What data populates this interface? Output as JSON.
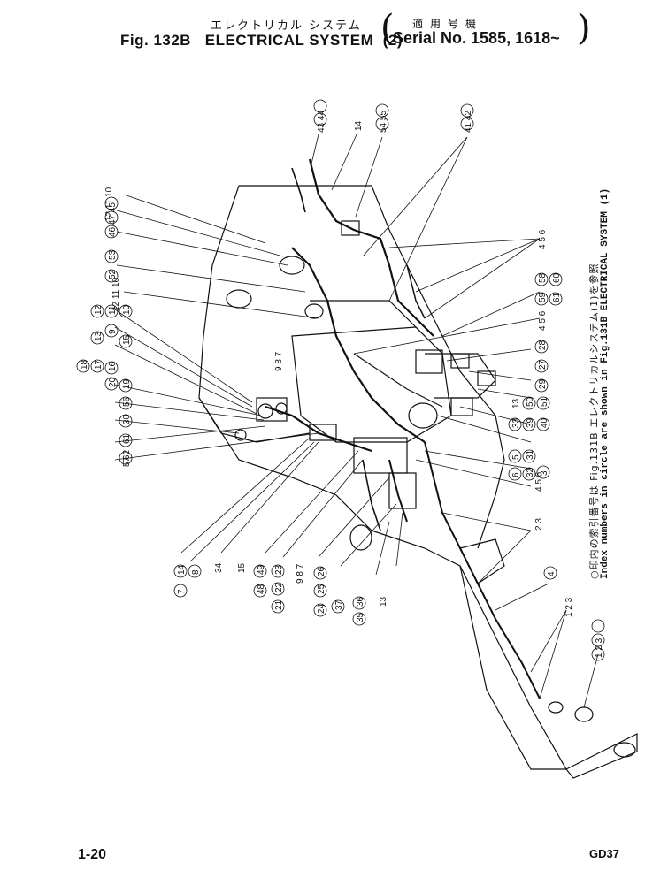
{
  "title": {
    "japanese": "エレクトリカル システム",
    "japanese_serial": "適用号機",
    "figure": "Fig. 132B",
    "name": "ELECTRICAL SYSTEM",
    "part": "(2)",
    "serial": "Serial No. 1585, 1618~"
  },
  "note": {
    "japanese": "○印内の索引番号は Fig.131B エレクトリカルシステム(1)を参照",
    "english": "Index numbers in circle are shown in Fig.131B ELECTRICAL SYSTEM (1)"
  },
  "footer": {
    "page": "1-20",
    "code": "GD37"
  },
  "callouts": {
    "top_4344": "43 44",
    "top_14": "14",
    "top_5455": "54 55",
    "top_4142": "41 42",
    "l_121110_a": "12 11 10",
    "l_464745": "46 47 45",
    "l_53": "53",
    "l_52": "52",
    "l_121110_b": "12 11 10",
    "l_12": "12",
    "l_11": "11",
    "l_10": "10",
    "l_13": "13",
    "l_9": "9",
    "l_15": "15",
    "l_18": "18",
    "l_17": "17",
    "l_16": "16",
    "l_19": "19",
    "l_20": "20",
    "l_56": "56",
    "l_30": "30",
    "l_61": "61",
    "l_62": "62",
    "l_57": "57",
    "m_987": "9 8 7",
    "r_456_a": "4 5 6",
    "r_58": "58",
    "r_59": "59",
    "r_60": "60",
    "r_61": "61",
    "r_456_b": "4 5 6",
    "r_28": "28",
    "r_27": "27",
    "r_29": "29",
    "r_50": "50",
    "r_51": "51",
    "r_13": "13",
    "r_33": "33",
    "r_39": "39",
    "r_40": "40",
    "r_5": "5",
    "r_31": "31",
    "r_6": "6",
    "r_32": "32",
    "r_3": "3",
    "r_456_c": "4 5 6",
    "r_23": "2 3",
    "r_4": "4",
    "r_123": "1 2 3",
    "r_123c": "1 2 3",
    "b_14": "14",
    "b_7": "7",
    "b_8": "8",
    "b_34": "34",
    "b_15": "15",
    "b_48": "48",
    "b_49": "49",
    "b_21": "21",
    "b_22": "22",
    "b_23": "23",
    "b_987": "9 8 7",
    "b_24": "24",
    "b_25": "25",
    "b_26": "26",
    "b_37": "37",
    "b_35": "35",
    "b_36": "36",
    "b_13": "13"
  }
}
